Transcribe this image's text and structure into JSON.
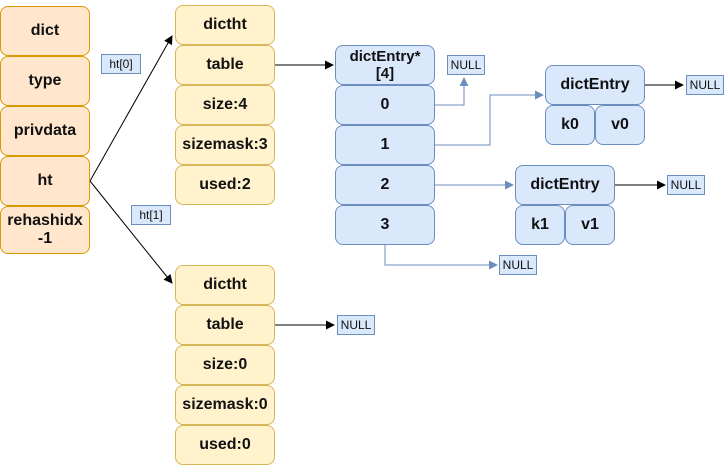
{
  "dict": {
    "fields": [
      "dict",
      "type",
      "privdata",
      "ht",
      "rehashidx\n-1"
    ]
  },
  "labels": {
    "ht0": "ht[0]",
    "ht1": "ht[1]"
  },
  "dictht0": {
    "fields": [
      "dictht",
      "table",
      "size:4",
      "sizemask:3",
      "used:2"
    ]
  },
  "dictht1": {
    "fields": [
      "dictht",
      "table",
      "size:0",
      "sizemask:0",
      "used:0"
    ]
  },
  "table": {
    "header": "dictEntry*\n[4]",
    "slots": [
      "0",
      "1",
      "2",
      "3"
    ]
  },
  "entry_a": {
    "title": "dictEntry",
    "key": "k0",
    "value": "v0"
  },
  "entry_b": {
    "title": "dictEntry",
    "key": "k1",
    "value": "v1"
  },
  "null_label": "NULL"
}
